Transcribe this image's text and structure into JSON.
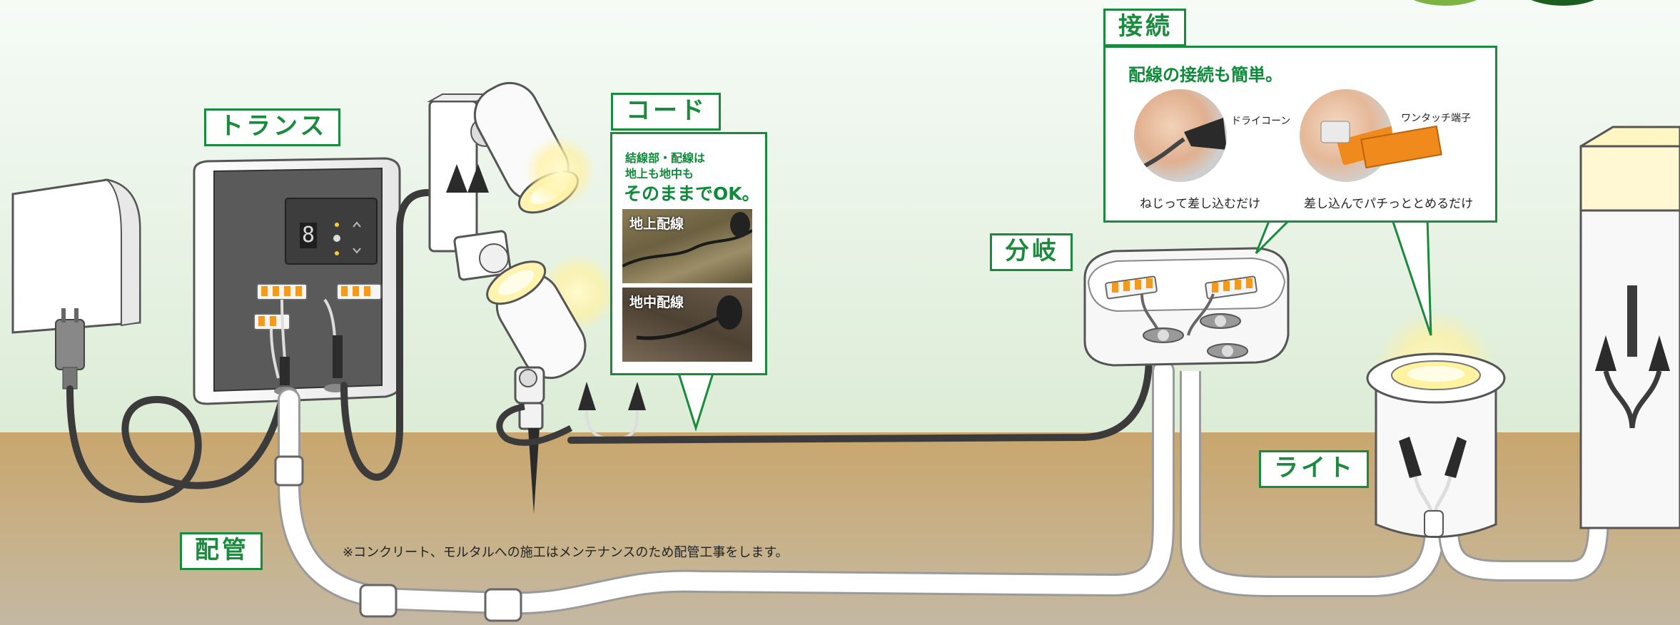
{
  "labels": {
    "transformer": "トランス",
    "cord": "コード",
    "branch": "分岐",
    "connection": "接続",
    "light": "ライト",
    "piping": "配管"
  },
  "cord_callout": {
    "line1": "結線部・配線は",
    "line2": "地上も地中も",
    "headline": "そのままでOK。",
    "photo_above": "地上配線",
    "photo_below": "地中配線"
  },
  "connection_callout": {
    "title": "配線の接続も簡単。",
    "item1_name": "ドライコーン",
    "item1_caption": "ねじって差し込むだけ",
    "item2_name": "ワンタッチ端子",
    "item2_caption": "差し込んでパチっととめるだけ"
  },
  "transformer_display": "8",
  "note": "※コンクリート、モルタルへの施工はメンテナンスのため配管工事をします。",
  "colors": {
    "accent_green": "#1a8a3c",
    "sky": "#e9f3ea",
    "ground": "#c9a876",
    "conduit": "#ffffff",
    "cable": "#3a3a3a",
    "glow": "#fff4b0"
  }
}
